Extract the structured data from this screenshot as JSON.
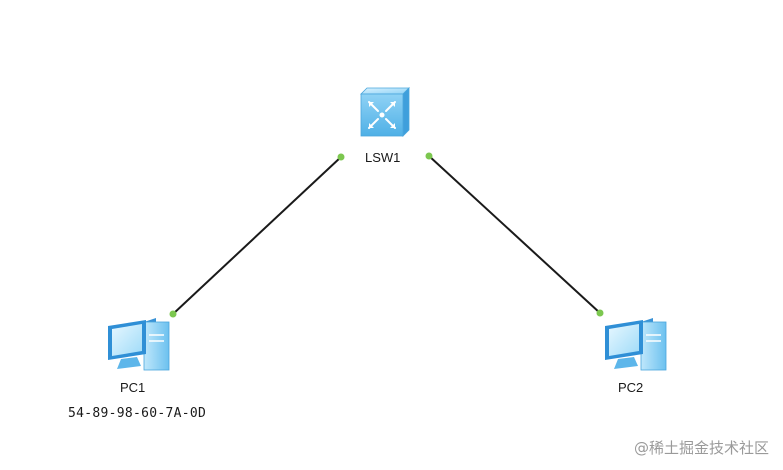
{
  "topology": {
    "devices": [
      {
        "id": "lsw1",
        "label": "LSW1",
        "type": "switch-icon"
      },
      {
        "id": "pc1",
        "label": "PC1",
        "type": "pc-icon",
        "mac": "54-89-98-60-7A-0D"
      },
      {
        "id": "pc2",
        "label": "PC2",
        "type": "pc-icon"
      }
    ],
    "links": [
      {
        "from": "LSW1",
        "to": "PC1",
        "status": "up"
      },
      {
        "from": "LSW1",
        "to": "PC2",
        "status": "up"
      }
    ],
    "colors": {
      "link": "#1a1a1a",
      "port_up": "#7cc74f",
      "device_body": "#7ec8ee",
      "device_accent": "#2f8fd6"
    }
  },
  "watermark": "@稀土掘金技术社区"
}
